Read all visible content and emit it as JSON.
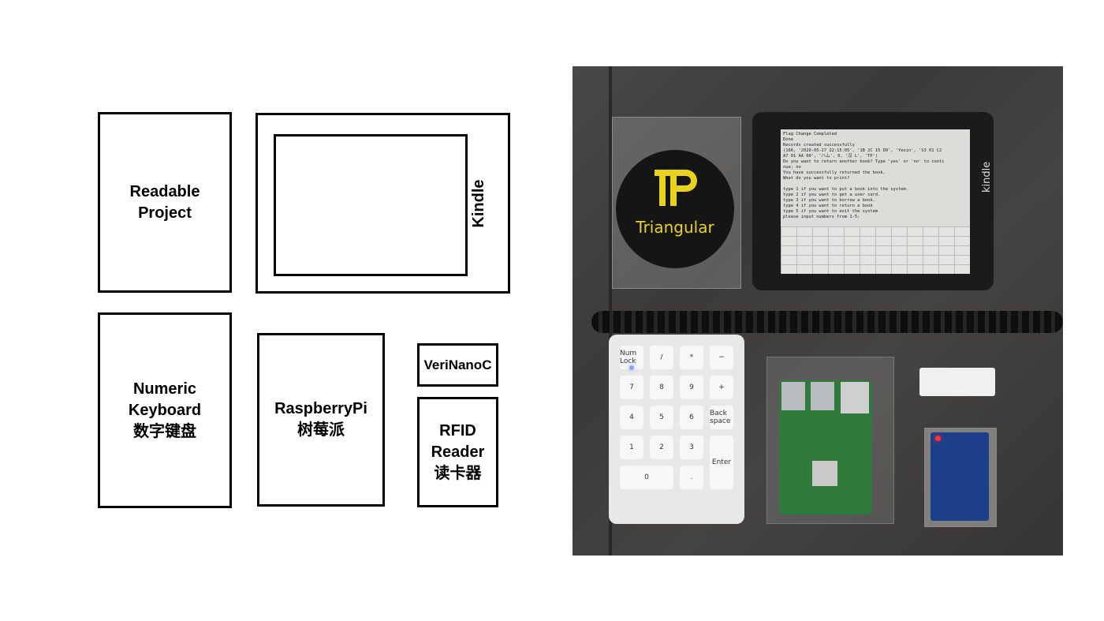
{
  "diagram": {
    "readable_project": [
      "Readable",
      "Project"
    ],
    "kindle": "Kindle",
    "numeric_keyboard": [
      "Numeric",
      "Keyboard",
      "数字键盘"
    ],
    "raspberry_pi": [
      "RaspberryPi",
      "树莓派"
    ],
    "veri_nano": "VeriNanoC",
    "rfid_reader": [
      "RFID",
      "Reader",
      "读卡器"
    ]
  },
  "photo": {
    "logo_text": "Triangular",
    "kindle_brand": "kindle",
    "kindle_screen_text": "Flag Change Completed\nDone\nRecords created successfully\n(166, '2020-05-27 22:15:05', '1B 2C 15 D0', 'Yexin', 'S3 01 C2\nA7 01 AA 00', 'ハム', 0, '汉 L', 'TP')\nDo you want to return another book? Type 'yes' or 'no' to conti\nnue: no\nYou have successfully returned the book.\nWhat do you want to print?\n\ntype 1 if you want to put a book into the system.\ntype 2 if you want to get a user card.\ntype 3 if you want to borrow a book.\ntype 4 if you want to return a book\ntype 5 if you want to exit the system\nplease input numbers from 1-5:",
    "numpad_keys": [
      "Num Lock",
      "/",
      "*",
      "−",
      "7",
      "8",
      "9",
      "+",
      "4",
      "5",
      "6",
      "Back space",
      "1",
      "2",
      "3",
      "Enter",
      "0",
      "."
    ]
  }
}
